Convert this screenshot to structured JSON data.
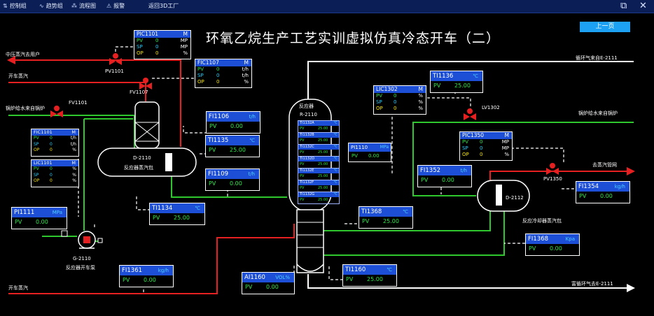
{
  "toolbar": {
    "items": [
      {
        "icon": "⇅",
        "label": "控制组"
      },
      {
        "icon": "∿",
        "label": "趋势组"
      },
      {
        "icon": "⁂",
        "label": "流程图"
      },
      {
        "icon": "⚠",
        "label": "报警"
      },
      {
        "icon": "",
        "label": "返回3D工厂"
      }
    ]
  },
  "title": "环氧乙烷生产工艺实训虚拟仿真冷态开车（二）",
  "prev_page": "上一页",
  "labels": {
    "steam_to_user": "中压蒸汽去用户",
    "startup_steam_top": "开车蒸汽",
    "boiler_water_left": "锅炉给水来自锅炉",
    "fv1101": "FV1101",
    "pv1101": "PV1101",
    "fv1107": "FV1107",
    "d2110_name": "D-2110",
    "d2110_desc": "反应器蒸汽包",
    "g2110_name": "G-2110",
    "g2110_desc": "反应器开车泵",
    "startup_steam_bottom": "开车蒸汽",
    "reactor_title": "反应器",
    "reactor_name": "R-2110",
    "recycle_gas_in": "循环气来自E-2111",
    "boiler_water_right": "锅炉给水来自锅炉",
    "lv1302": "LV1302",
    "to_steam_net": "去蒸汽管网",
    "pv1350": "PV1350",
    "d2112_name": "D-2112",
    "d2112_desc": "反应冷却器蒸汽包",
    "rich_gas_out": "富循环气去E-2111"
  },
  "controllers": {
    "pic1101": {
      "tag": "PIC1101",
      "mode": "M",
      "rows": [
        [
          "PV",
          "0",
          "MP"
        ],
        [
          "SP",
          "0",
          "MP"
        ],
        [
          "OP",
          "0",
          "%"
        ]
      ]
    },
    "fic1107": {
      "tag": "FIC1107",
      "mode": "M",
      "rows": [
        [
          "PV",
          "0",
          "t/h"
        ],
        [
          "SP",
          "0",
          "t/h"
        ],
        [
          "OP",
          "0",
          "%"
        ]
      ]
    },
    "fic1101": {
      "tag": "FIC1101",
      "mode": "M",
      "rows": [
        [
          "PV",
          "0",
          "t/h"
        ],
        [
          "SP",
          "0",
          "t/h"
        ],
        [
          "OP",
          "0",
          "%"
        ]
      ]
    },
    "lic1101": {
      "tag": "LIC1101",
      "mode": "M",
      "rows": [
        [
          "PV",
          "0",
          "%"
        ],
        [
          "SP",
          "0",
          "%"
        ],
        [
          "OP",
          "0",
          "%"
        ]
      ]
    },
    "lic1302": {
      "tag": "LIC1302",
      "mode": "M",
      "rows": [
        [
          "PV",
          "0",
          "%"
        ],
        [
          "SP",
          "0",
          "%"
        ],
        [
          "OP",
          "0",
          "%"
        ]
      ]
    },
    "pic1350": {
      "tag": "PIC1350",
      "mode": "M",
      "rows": [
        [
          "PV",
          "0",
          "MP"
        ],
        [
          "SP",
          "0",
          "MP"
        ],
        [
          "OP",
          "0",
          "%"
        ]
      ]
    }
  },
  "indicators": {
    "fi1106": {
      "tag": "FI1106",
      "unit": "t/h",
      "pv": "PV",
      "value": "0.00"
    },
    "ti1135": {
      "tag": "TI1135",
      "unit": "℃",
      "pv": "PV",
      "value": "25.00"
    },
    "fi1109": {
      "tag": "FI1109",
      "unit": "t/h",
      "pv": "PV",
      "value": "0.00"
    },
    "ti1134": {
      "tag": "TI1134",
      "unit": "℃",
      "pv": "PV",
      "value": "25.00"
    },
    "pi1111": {
      "tag": "PI1111",
      "unit": "MPa",
      "pv": "PV",
      "value": "0.00"
    },
    "fi1361": {
      "tag": "FI1361",
      "unit": "kg/h",
      "pv": "PV",
      "value": "0.00"
    },
    "ai1160": {
      "tag": "AI1160",
      "unit": "VOL%",
      "pv": "PV",
      "value": "0.00"
    },
    "ti1160": {
      "tag": "TI1160",
      "unit": "℃",
      "pv": "PV",
      "value": "25.00"
    },
    "ti1368": {
      "tag": "TI1368",
      "unit": "℃",
      "pv": "PV",
      "value": "25.00"
    },
    "ti1136": {
      "tag": "TI1136",
      "unit": "℃",
      "pv": "PV",
      "value": "25.00"
    },
    "pi1110": {
      "tag": "PI1110",
      "unit": "MPa",
      "pv": "PV",
      "value": "0.00"
    },
    "fi1352": {
      "tag": "FI1352",
      "unit": "t/h",
      "pv": "PV",
      "value": "0.00"
    },
    "fi1354": {
      "tag": "FI1354",
      "unit": "kg/h",
      "pv": "PV",
      "value": "0.00"
    },
    "fi1368": {
      "tag": "FI1368",
      "unit": "Kpa",
      "pv": "PV",
      "value": "0.00"
    }
  },
  "trays": [
    {
      "tag": "TI1132A",
      "unit": "℃",
      "pv": "PV",
      "value": "25.00"
    },
    {
      "tag": "TI1132B",
      "unit": "℃",
      "pv": "PV",
      "value": "25.00"
    },
    {
      "tag": "TI1132C",
      "unit": "℃",
      "pv": "PV",
      "value": "25.00"
    },
    {
      "tag": "TI1132D",
      "unit": "℃",
      "pv": "PV",
      "value": "25.00"
    },
    {
      "tag": "TI1132E",
      "unit": "℃",
      "pv": "PV",
      "value": "25.00"
    },
    {
      "tag": "TI1132F",
      "unit": "℃",
      "pv": "PV",
      "value": "25.00"
    },
    {
      "tag": "TI1132G",
      "unit": "℃",
      "pv": "PV",
      "value": "25.00"
    }
  ],
  "colors": {
    "header_blue": "#1d4fd6",
    "pv_green": "#2ee64a",
    "sp_cyan": "#1fd0ff",
    "op_yellow": "#f5e400",
    "steam_red": "#e62020",
    "water_green": "#2ec82e"
  }
}
